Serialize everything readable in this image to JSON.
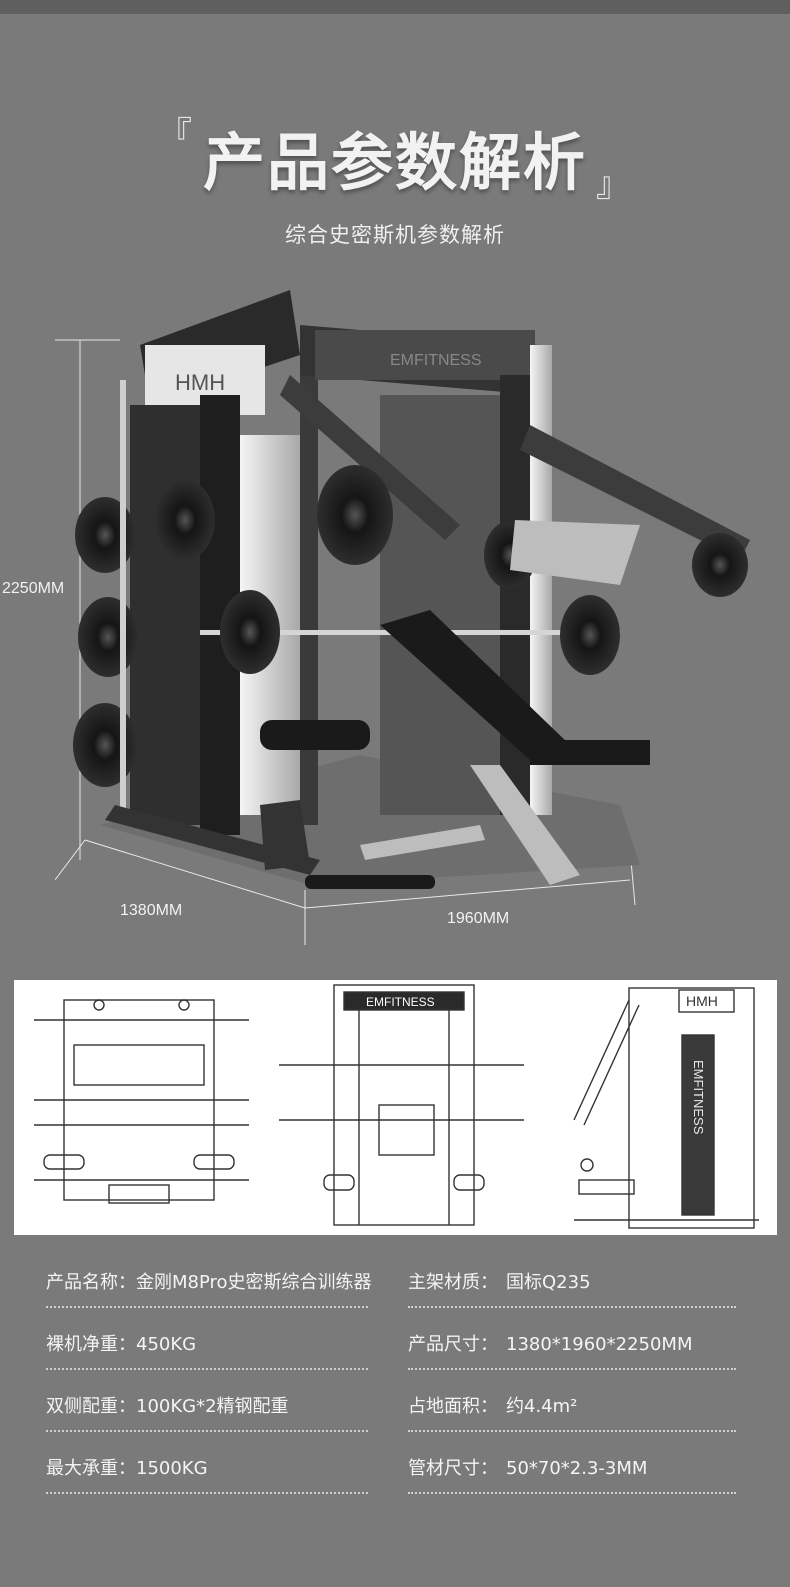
{
  "header": {
    "bracket_open": "『",
    "bracket_close": "』",
    "title": "产品参数解析",
    "subtitle": "综合史密斯机参数解析"
  },
  "dimensions": {
    "height": "2250MM",
    "depth": "1380MM",
    "width": "1960MM"
  },
  "photo": {
    "brand_logo": "HMH",
    "brand_name": "EMFITNESS"
  },
  "drawings": {
    "front_brand": "EMFITNESS",
    "side_brand": "EMFITNESS",
    "logo": "HMH"
  },
  "specs": [
    {
      "label": "产品名称：",
      "value": "金刚M8Pro史密斯综合训练器"
    },
    {
      "label": "主架材质：",
      "value": "国标Q235"
    },
    {
      "label": "裸机净重：",
      "value": "450KG"
    },
    {
      "label": "产品尺寸：",
      "value": "1380*1960*2250MM"
    },
    {
      "label": "双侧配重：",
      "value": "100KG*2精钢配重"
    },
    {
      "label": "占地面积：",
      "value": "约4.4m²"
    },
    {
      "label": "最大承重：",
      "value": "1500KG"
    },
    {
      "label": "管材尺寸：",
      "value": "50*70*2.3-3MM"
    }
  ],
  "colors": {
    "background": "#7a7a7a",
    "frame": "#2a2a2a",
    "chrome": "#d8d8d8",
    "text": "#f2f2f2"
  }
}
